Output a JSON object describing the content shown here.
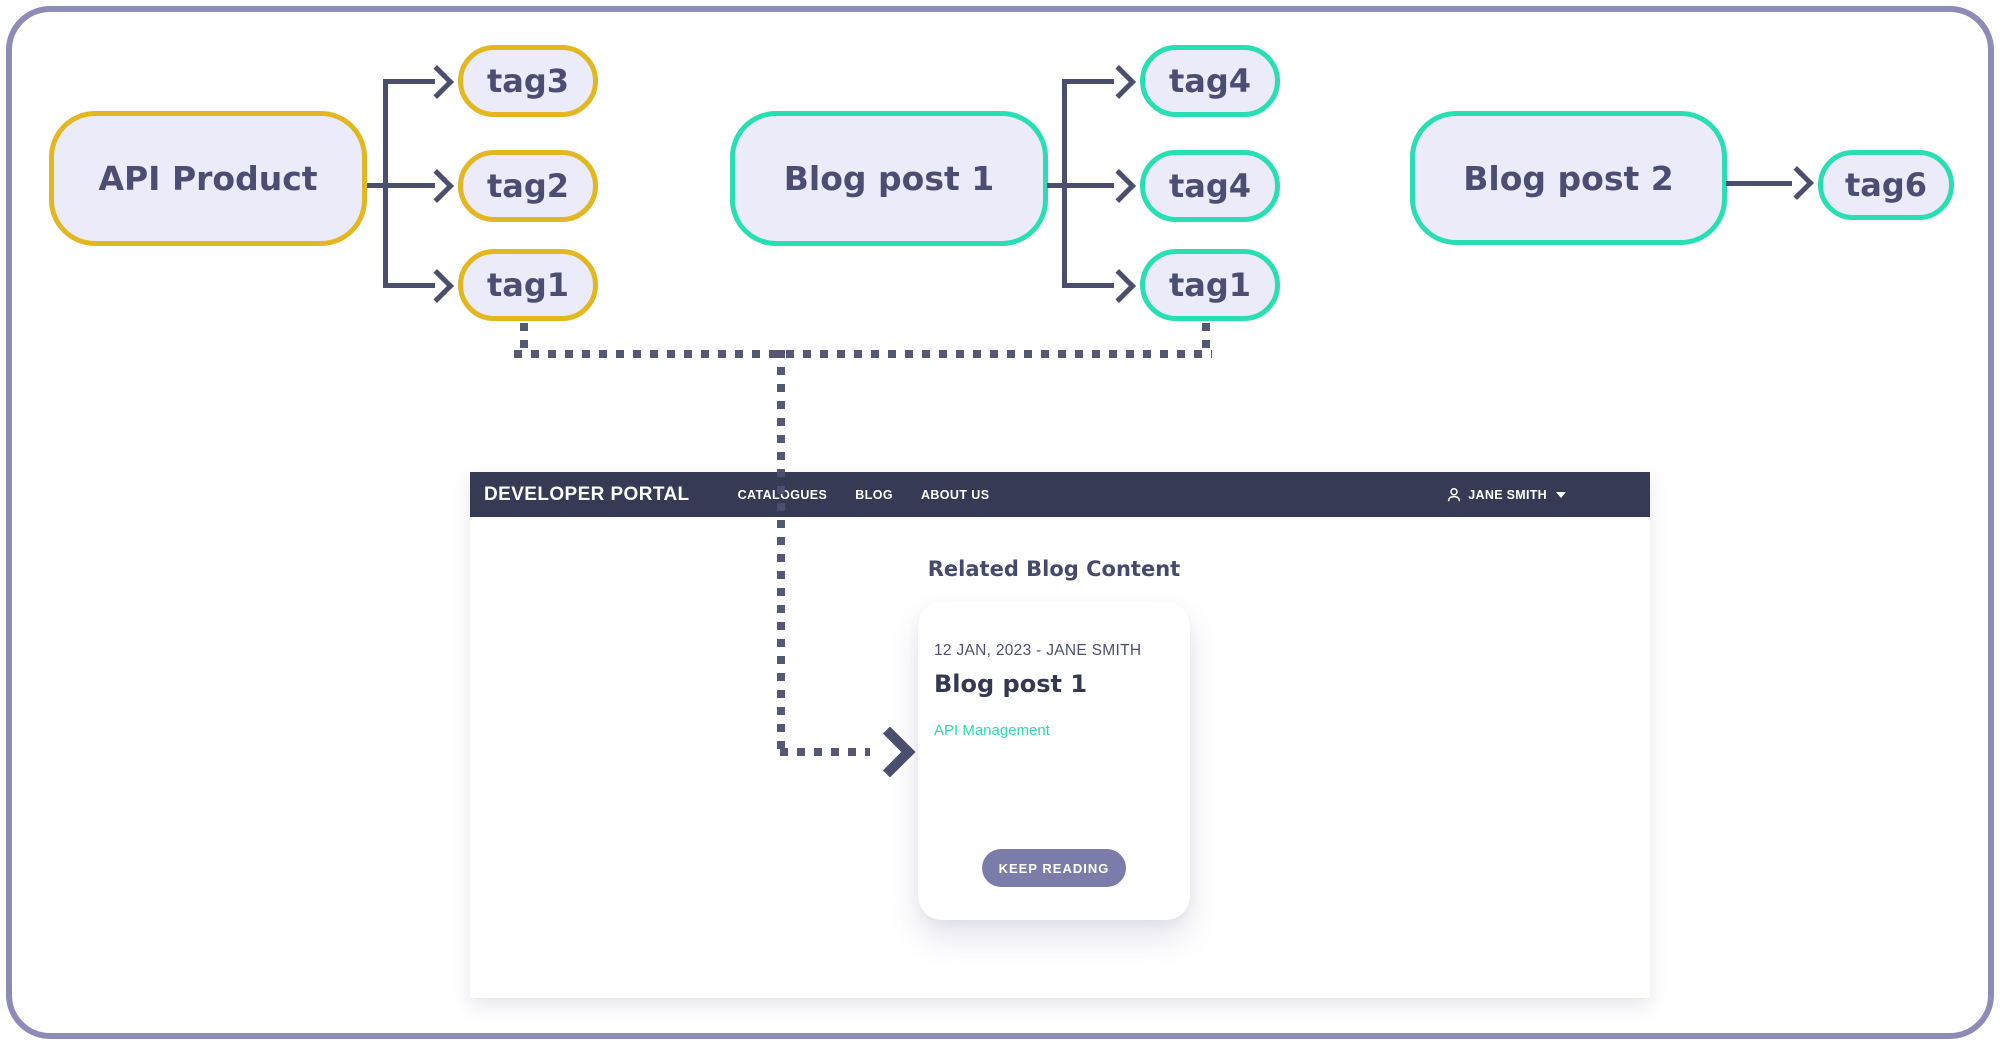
{
  "diagram": {
    "api_product": {
      "label": "API Product",
      "tags": [
        "tag3",
        "tag2",
        "tag1"
      ]
    },
    "blog_post_1": {
      "label": "Blog post 1",
      "tags": [
        "tag4",
        "tag4",
        "tag1"
      ]
    },
    "blog_post_2": {
      "label": "Blog post 2",
      "tags": [
        "tag6"
      ]
    },
    "colors": {
      "api_tag_border": "#e2b71f",
      "blog_tag_border": "#27dfb2",
      "node_fill": "#ebebf9",
      "node_text": "#4b4e72",
      "connector": "#4b4f6d",
      "frame_border": "#8d8bb8"
    }
  },
  "portal": {
    "brand": "DEVELOPER PORTAL",
    "nav": [
      "CATALOGUES",
      "BLOG",
      "ABOUT US"
    ],
    "user_name": "JANE SMITH",
    "section_title": "Related Blog Content",
    "card": {
      "meta": "12 JAN, 2023 - JANE SMITH",
      "title": "Blog post 1",
      "tag": "API Management",
      "cta": "KEEP READING"
    },
    "colors": {
      "header_bg": "#363a54",
      "cta_bg": "#7c7cab",
      "tag_link": "#2cd9ae"
    }
  }
}
